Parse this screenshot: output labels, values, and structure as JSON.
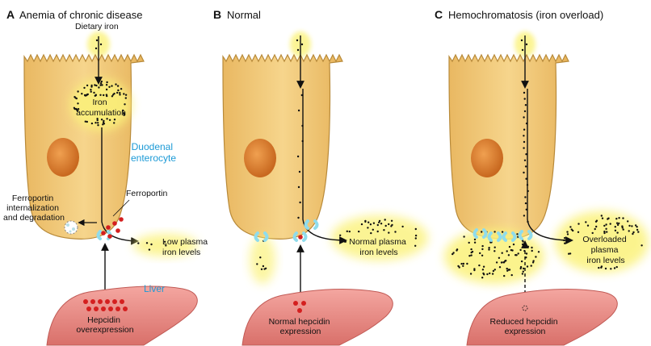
{
  "panels": [
    {
      "letter": "A",
      "title": "Anemia of chronic disease"
    },
    {
      "letter": "B",
      "title": "Normal"
    },
    {
      "letter": "C",
      "title": "Hemochromatosis (iron overload)"
    }
  ],
  "labels": {
    "dietary_iron": "Dietary iron",
    "iron_accumulation": [
      "Iron",
      "accumulation"
    ],
    "duodenal_enterocyte": [
      "Duodenal",
      "enterocyte"
    ],
    "ferroportin": "Ferroportin",
    "ferroportin_internalization": [
      "Ferroportin",
      "internalization",
      "and degradation"
    ],
    "low_plasma": [
      "Low plasma",
      "iron levels"
    ],
    "liver": "Liver",
    "hepcidin_over": [
      "Hepcidin",
      "overexpression"
    ],
    "normal_plasma": [
      "Normal plasma",
      "iron levels"
    ],
    "normal_hepcidin": [
      "Normal hepcidin",
      "expression"
    ],
    "overloaded_plasma": [
      "Overloaded",
      "plasma",
      "iron levels"
    ],
    "reduced_hepcidin": [
      "Reduced hepcidin",
      "expression"
    ]
  },
  "colors": {
    "cell_fill": "#f0c46c",
    "cell_stroke": "#b88a3a",
    "nucleus": "#d97f2f",
    "glow": "#fbf27a",
    "liver": "#ea8c86",
    "ferroportin": "#8fdcec",
    "hepcidin": "#d41f1f",
    "label_blue": "#1c9ad6"
  }
}
